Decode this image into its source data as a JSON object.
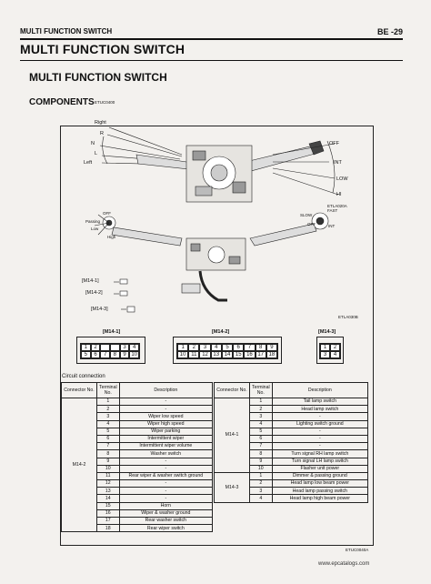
{
  "header": {
    "section": "MULTI FUNCTION SWITCH",
    "page": "BE -29"
  },
  "title_main": "MULTI FUNCTION SWITCH",
  "title_sub": "MULTI FUNCTION SWITCH",
  "components": {
    "label": "COMPONENTS",
    "code": "ETUC0400"
  },
  "diagram1": {
    "turn_labels": [
      "Right",
      "R",
      "N",
      "L",
      "Left"
    ],
    "wiper_labels": [
      "OFF",
      "INT",
      "LOW",
      "HI"
    ],
    "code": "ETLA020A"
  },
  "diagram2": {
    "light_labels": [
      "OFF",
      "Passing",
      "Low",
      "High"
    ],
    "wash_labels": [
      "SLOW",
      "FAST",
      "OFF",
      "INT"
    ],
    "connector_refs": [
      "[M14-1]",
      "[M14-2]",
      "[M14-3]"
    ],
    "code": "ETLA030B"
  },
  "connectors": {
    "m14_1": {
      "label": "[M14-1]",
      "pins": [
        "1",
        "2",
        "",
        "3",
        "4",
        "5",
        "6",
        "7",
        "8",
        "9",
        "10"
      ]
    },
    "m14_2": {
      "label": "[M14-2]",
      "pins": [
        "1",
        "2",
        "3",
        "4",
        "5",
        "6",
        "7",
        "8",
        "9",
        "10",
        "11",
        "12",
        "13",
        "14",
        "15",
        "16",
        "17",
        "18"
      ]
    },
    "m14_3": {
      "label": "[M14-3]",
      "pins": [
        "1",
        "2",
        "3",
        "4"
      ]
    }
  },
  "circuit": {
    "title": "Circuit connection",
    "headers": [
      "Connector No.",
      "Terminal No.",
      "Description"
    ],
    "left": {
      "connector": "M14-2",
      "rows": [
        {
          "t": "1",
          "d": "-"
        },
        {
          "t": "2",
          "d": "-"
        },
        {
          "t": "3",
          "d": "Wiper low speed"
        },
        {
          "t": "4",
          "d": "Wiper high speed"
        },
        {
          "t": "5",
          "d": "Wiper parking"
        },
        {
          "t": "6",
          "d": "Intermittent wiper"
        },
        {
          "t": "7",
          "d": "Intermittent wiper volume"
        },
        {
          "t": "8",
          "d": "Washer switch"
        },
        {
          "t": "9",
          "d": "-"
        },
        {
          "t": "10",
          "d": "-"
        },
        {
          "t": "11",
          "d": "Rear wiper & washer switch ground"
        },
        {
          "t": "12",
          "d": "-"
        },
        {
          "t": "13",
          "d": "-"
        },
        {
          "t": "14",
          "d": "-"
        },
        {
          "t": "15",
          "d": "Horn"
        },
        {
          "t": "16",
          "d": "Wiper & washer ground"
        },
        {
          "t": "17",
          "d": "Rear washer switch"
        },
        {
          "t": "18",
          "d": "Rear wiper switch"
        }
      ]
    },
    "right": {
      "connector1": "M14-1",
      "rows1": [
        {
          "t": "1",
          "d": "Tail lamp switch"
        },
        {
          "t": "2",
          "d": "Head lamp switch"
        },
        {
          "t": "3",
          "d": "-"
        },
        {
          "t": "4",
          "d": "Lighting switch ground"
        },
        {
          "t": "5",
          "d": "-"
        },
        {
          "t": "6",
          "d": "-"
        },
        {
          "t": "7",
          "d": "-"
        },
        {
          "t": "8",
          "d": "Turn signal RH lamp switch"
        },
        {
          "t": "9",
          "d": "Turn signal LH lamp switch"
        },
        {
          "t": "10",
          "d": "Flasher unit power"
        }
      ],
      "connector2": "M14-3",
      "rows2": [
        {
          "t": "1",
          "d": "Dimmer & passing ground"
        },
        {
          "t": "2",
          "d": "Head lamp low beam power"
        },
        {
          "t": "3",
          "d": "Head lamp passing switch"
        },
        {
          "t": "4",
          "d": "Head lamp high beam power"
        }
      ]
    }
  },
  "diagram_code_bottom": "ETUC0040A",
  "footer": "www.epcatalogs.com"
}
